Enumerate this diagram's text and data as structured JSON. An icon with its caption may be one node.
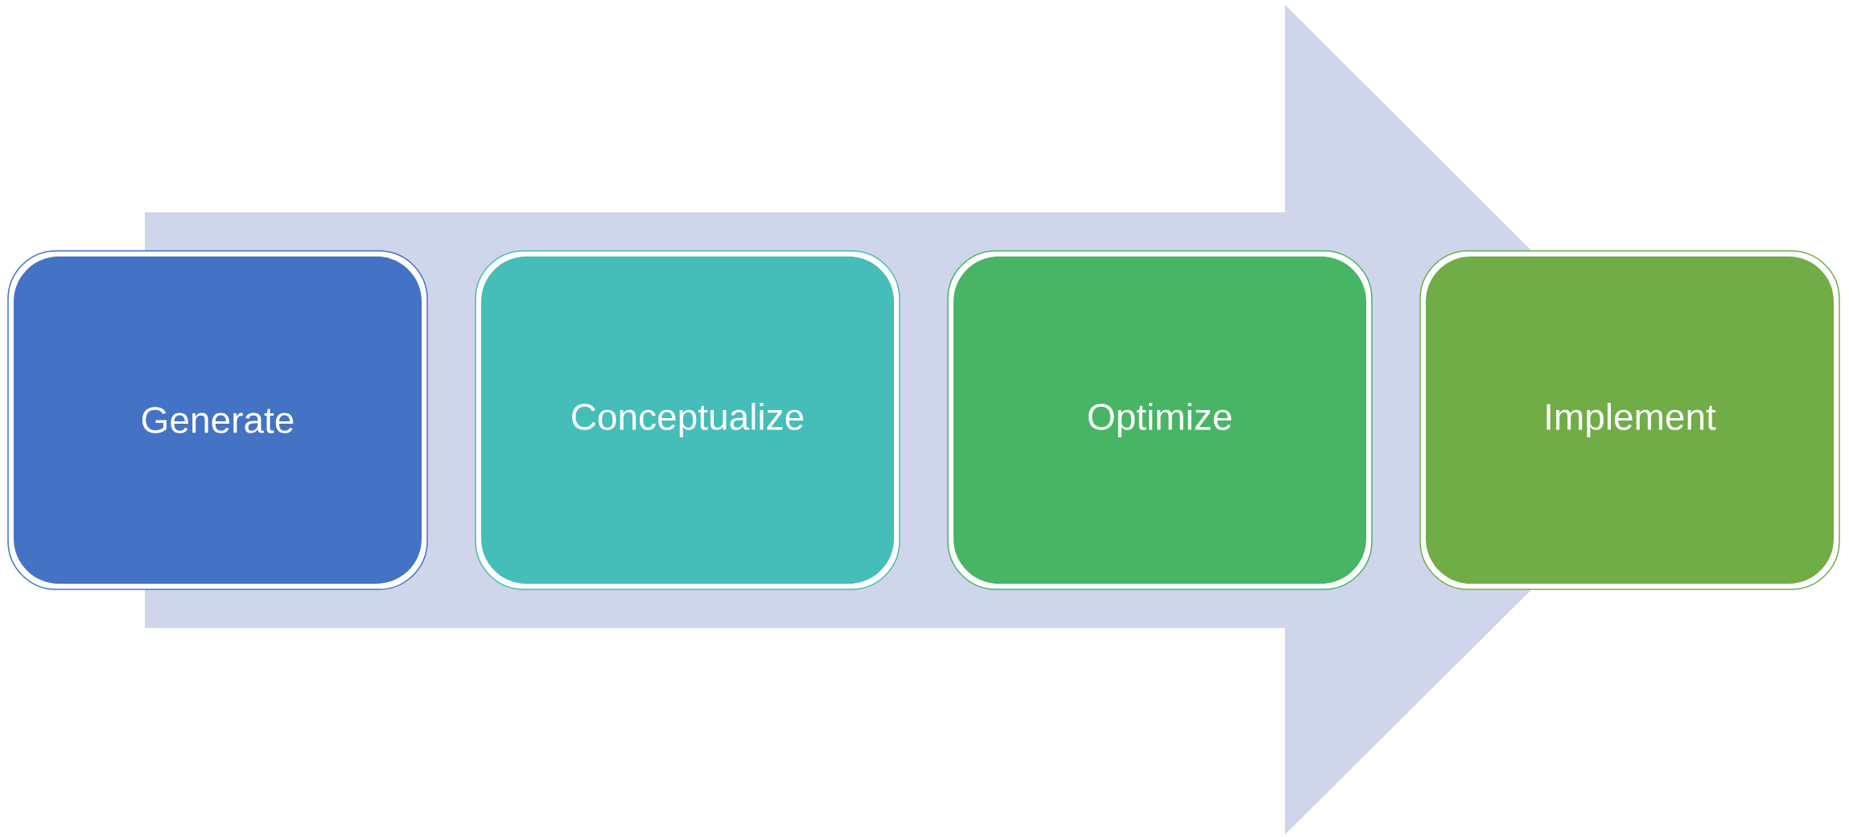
{
  "diagram": {
    "nodes": [
      {
        "text": [
          "Generate"
        ]
      },
      {
        "text": [
          "Conceptualize"
        ]
      },
      {
        "text": [
          "Optimize"
        ]
      },
      {
        "text": [
          "Implement"
        ]
      }
    ],
    "edges": [
      {
        "from": 0,
        "to": 3,
        "arrow": "to"
      }
    ]
  }
}
